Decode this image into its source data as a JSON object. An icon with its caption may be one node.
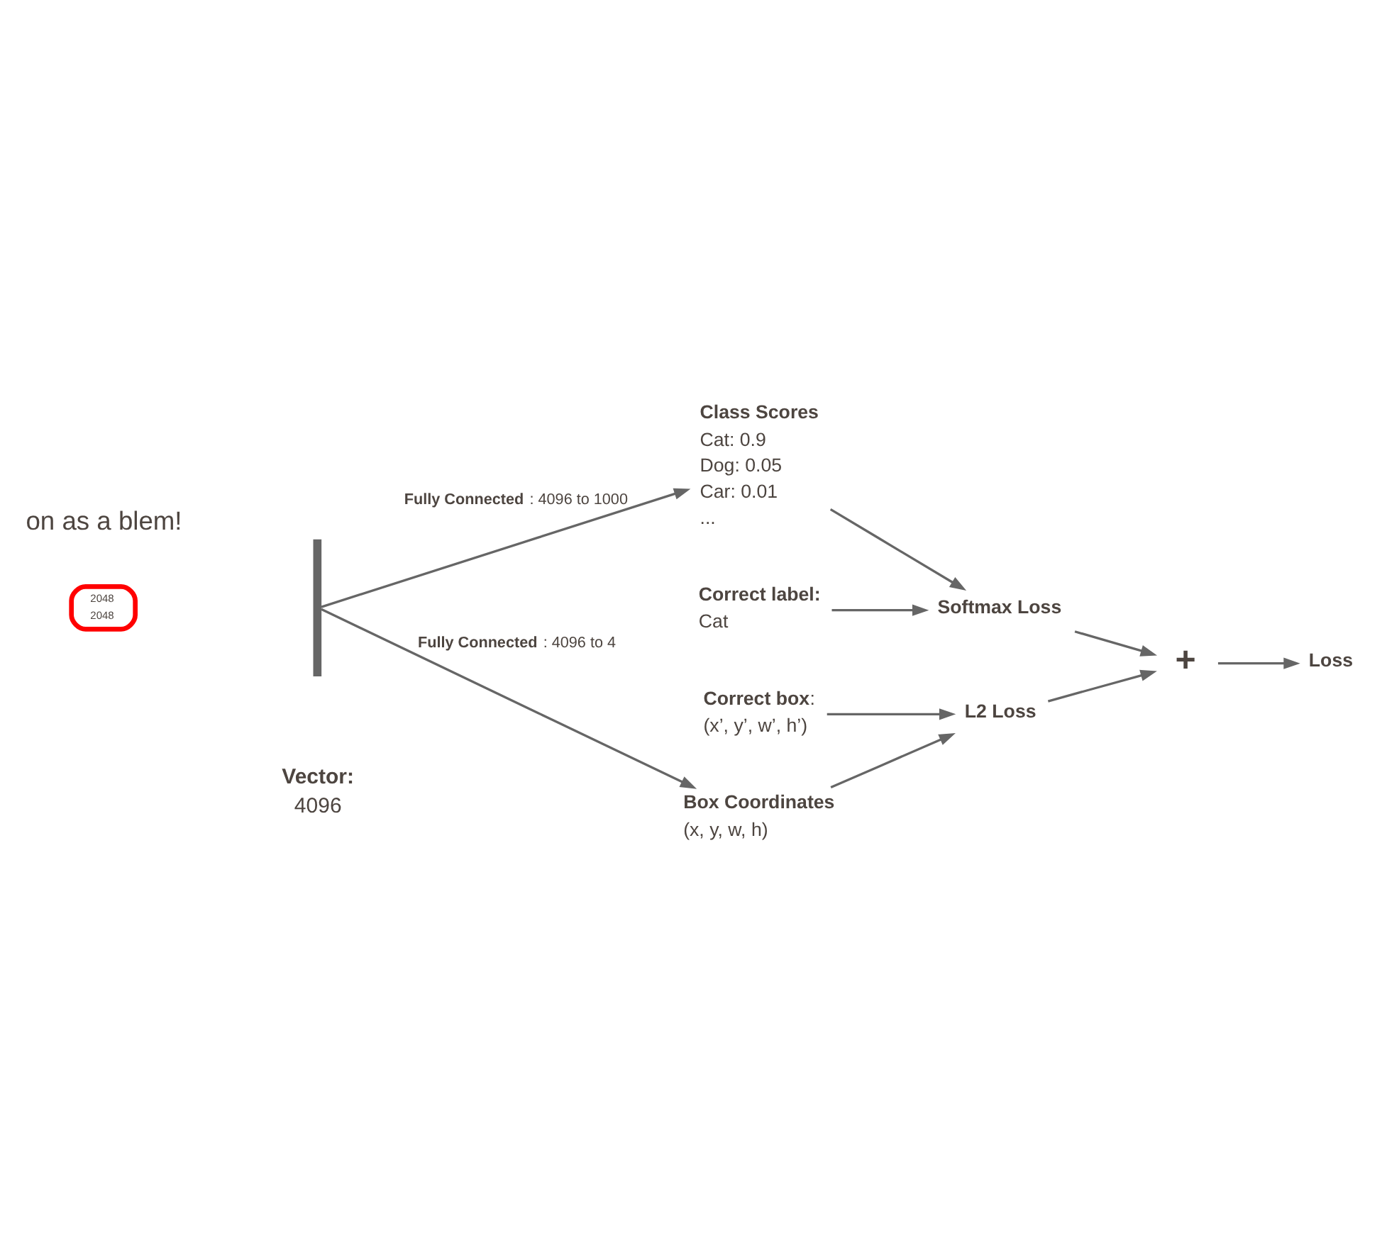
{
  "diagram": {
    "nodes": [
      {
        "text": [
          "2048",
          "2048"
        ]
      },
      {
        "text": [],
        "shape": "bar",
        "beside": [
          "Vector:",
          "4096"
        ]
      },
      {
        "text": [
          "Class Scores",
          "Cat: 0.9",
          "Dog: 0.05",
          "Car: 0.01",
          "..."
        ]
      },
      {
        "text": [
          "Correct label:",
          "Cat"
        ]
      },
      {
        "text": [
          "Softmax Loss"
        ]
      },
      {
        "text": [
          "+"
        ]
      },
      {
        "text": [
          "Loss"
        ]
      },
      {
        "text": [
          "Box Coordinates",
          "(x, y, w, h)"
        ]
      },
      {
        "text": [
          "L2 Loss"
        ]
      },
      {
        "text": [
          "**Correct box**:",
          "(x’, y’, w’, h’)"
        ]
      }
    ],
    "edges": [
      {
        "from": 1,
        "to": 2,
        "arrow": "to",
        "label": "**Fully Connected**: 4096 to 1000"
      },
      {
        "from": 1,
        "to": 7,
        "arrow": "to",
        "label": "**Fully Connected**: 4096 to 4"
      },
      {
        "from": 2,
        "to": 4,
        "arrow": "to"
      },
      {
        "from": 3,
        "to": 4,
        "arrow": "to"
      },
      {
        "from": 4,
        "to": 5,
        "arrow": "to"
      },
      {
        "from": 5,
        "to": 6,
        "arrow": "to"
      },
      {
        "from": 7,
        "to": 8,
        "arrow": "to"
      },
      {
        "from": 8,
        "to": 5,
        "arrow": "to"
      },
      {
        "from": 9,
        "to": 8,
        "arrow": "to"
      }
    ],
    "labels": [
      "on as a blem!"
    ]
  }
}
